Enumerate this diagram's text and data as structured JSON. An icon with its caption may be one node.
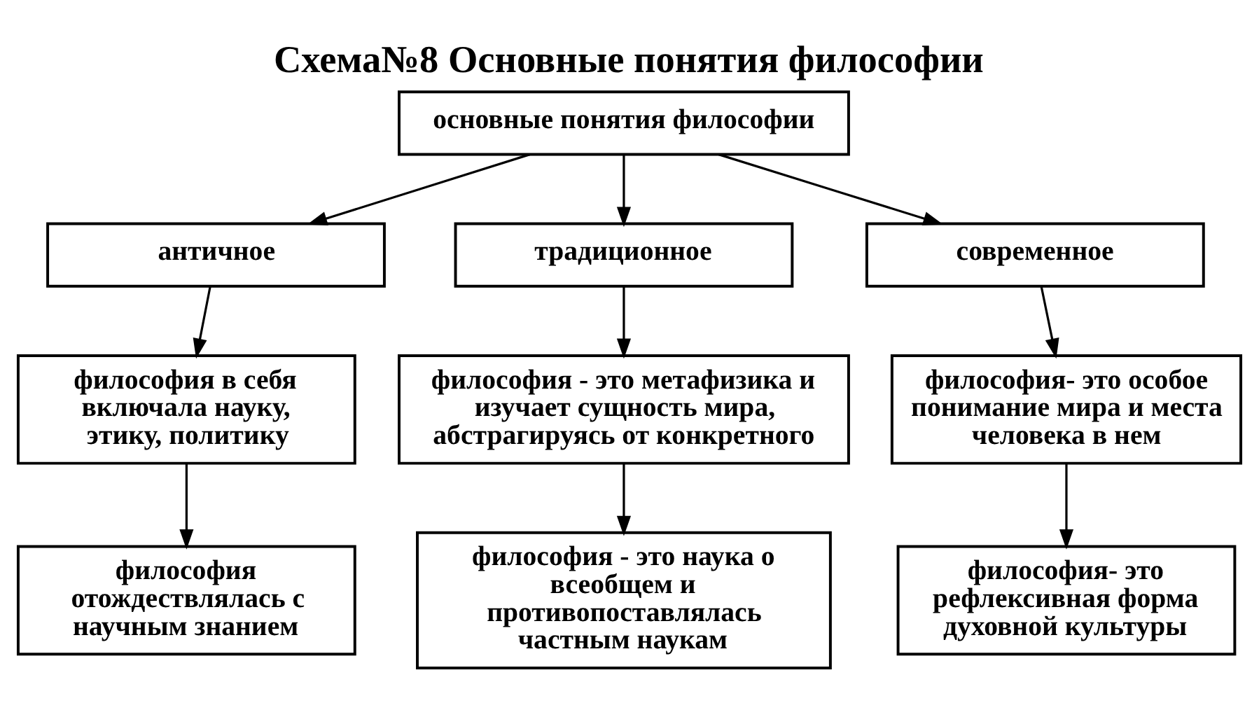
{
  "diagram": {
    "title": "Схема№8 Основные понятия философии",
    "nodes": [
      {
        "text": [
          "основные понятия философии"
        ]
      },
      {
        "text": [
          "античное"
        ]
      },
      {
        "text": [
          "традиционное"
        ]
      },
      {
        "text": [
          "современное"
        ]
      },
      {
        "text": [
          "философия в себя включала науку, этику, политику"
        ]
      },
      {
        "text": [
          "философия - это метафизика и изучает сущность мира, абстрагируясь от конкретного"
        ]
      },
      {
        "text": [
          "философия- это особое понимание мира и места человека в нем"
        ]
      },
      {
        "text": [
          "философия отождествлялась с научным знанием"
        ]
      },
      {
        "text": [
          "философия - это наука о всеобщем и противопоставлялась частным наукам"
        ]
      },
      {
        "text": [
          "философия- это рефлексивная форма духовной культуры"
        ]
      }
    ],
    "edges": [
      {
        "from": 0,
        "to": 1,
        "arrow": "to"
      },
      {
        "from": 0,
        "to": 2,
        "arrow": "to"
      },
      {
        "from": 0,
        "to": 3,
        "arrow": "to"
      },
      {
        "from": 1,
        "to": 4,
        "arrow": "to"
      },
      {
        "from": 2,
        "to": 5,
        "arrow": "to"
      },
      {
        "from": 3,
        "to": 6,
        "arrow": "to"
      },
      {
        "from": 4,
        "to": 7,
        "arrow": "to"
      },
      {
        "from": 5,
        "to": 8,
        "arrow": "to"
      },
      {
        "from": 6,
        "to": 9,
        "arrow": "to"
      }
    ]
  }
}
